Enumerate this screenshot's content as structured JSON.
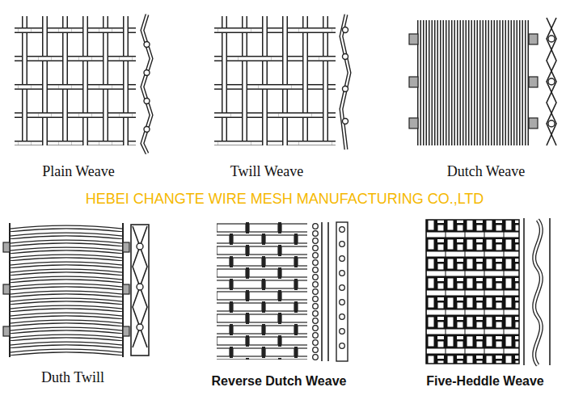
{
  "diagram": {
    "labels": [
      "Plain Weave",
      "Twill Weave",
      "Dutch Weave",
      "HEBEI CHANGTE WIRE MESH MANUFACTURING CO.,LTD",
      "Duth Twill",
      "Reverse Dutch Weave",
      "Five-Heddle Weave"
    ]
  }
}
